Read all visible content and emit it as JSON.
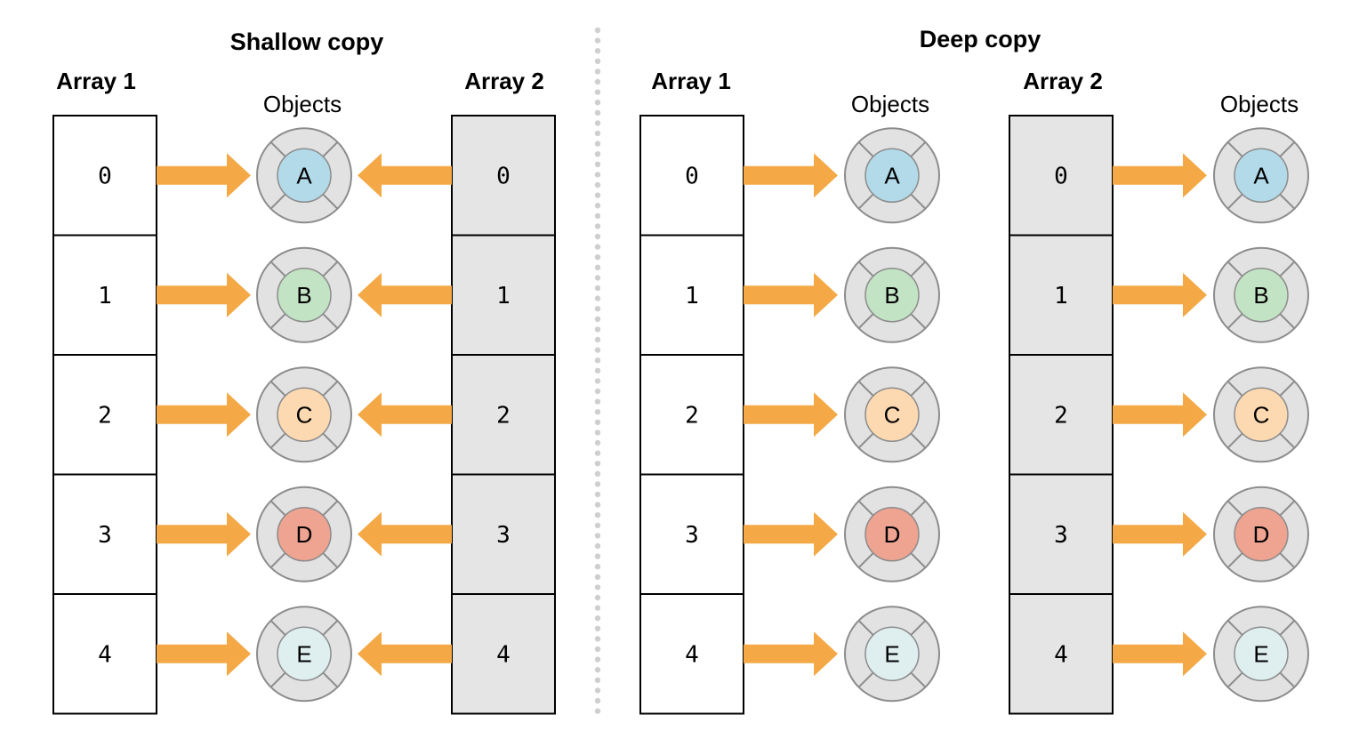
{
  "sections": [
    {
      "key": "shallow",
      "title": "Shallow copy",
      "array1": {
        "label": "Array 1",
        "indices": [
          "0",
          "1",
          "2",
          "3",
          "4"
        ],
        "fill": "#ffffff"
      },
      "array2": {
        "label": "Array 2",
        "indices": [
          "0",
          "1",
          "2",
          "3",
          "4"
        ],
        "fill": "#e4e5e4"
      },
      "objects_label": "Objects",
      "objects": [
        "A",
        "B",
        "C",
        "D",
        "E"
      ],
      "array2_points_to_same_objects": true
    },
    {
      "key": "deep",
      "title": "Deep copy",
      "array1": {
        "label": "Array 1",
        "indices": [
          "0",
          "1",
          "2",
          "3",
          "4"
        ],
        "fill": "#ffffff"
      },
      "array2": {
        "label": "Array 2",
        "indices": [
          "0",
          "1",
          "2",
          "3",
          "4"
        ],
        "fill": "#e4e5e4"
      },
      "objects1_label": "Objects",
      "objects1": [
        "A",
        "B",
        "C",
        "D",
        "E"
      ],
      "objects2_label": "Objects",
      "objects2": [
        "A",
        "B",
        "C",
        "D",
        "E"
      ],
      "array2_points_to_same_objects": false
    }
  ],
  "object_colors": {
    "A": "#b2dae9",
    "B": "#c3e3c5",
    "C": "#fcd9b1",
    "D": "#efa391",
    "E": "#dfeff0"
  },
  "colors": {
    "arrow": "#f4a946",
    "ring": "#e2e2e2",
    "ring_stroke": "#8c8c8c",
    "divider": "#cfcfcf"
  }
}
